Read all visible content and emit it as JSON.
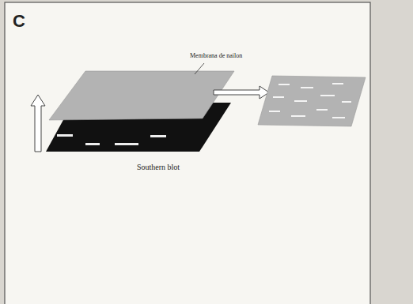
{
  "diagram": {
    "caption": "Southern blot",
    "labels": [
      "C",
      "Membrana de nailon"
    ]
  }
}
